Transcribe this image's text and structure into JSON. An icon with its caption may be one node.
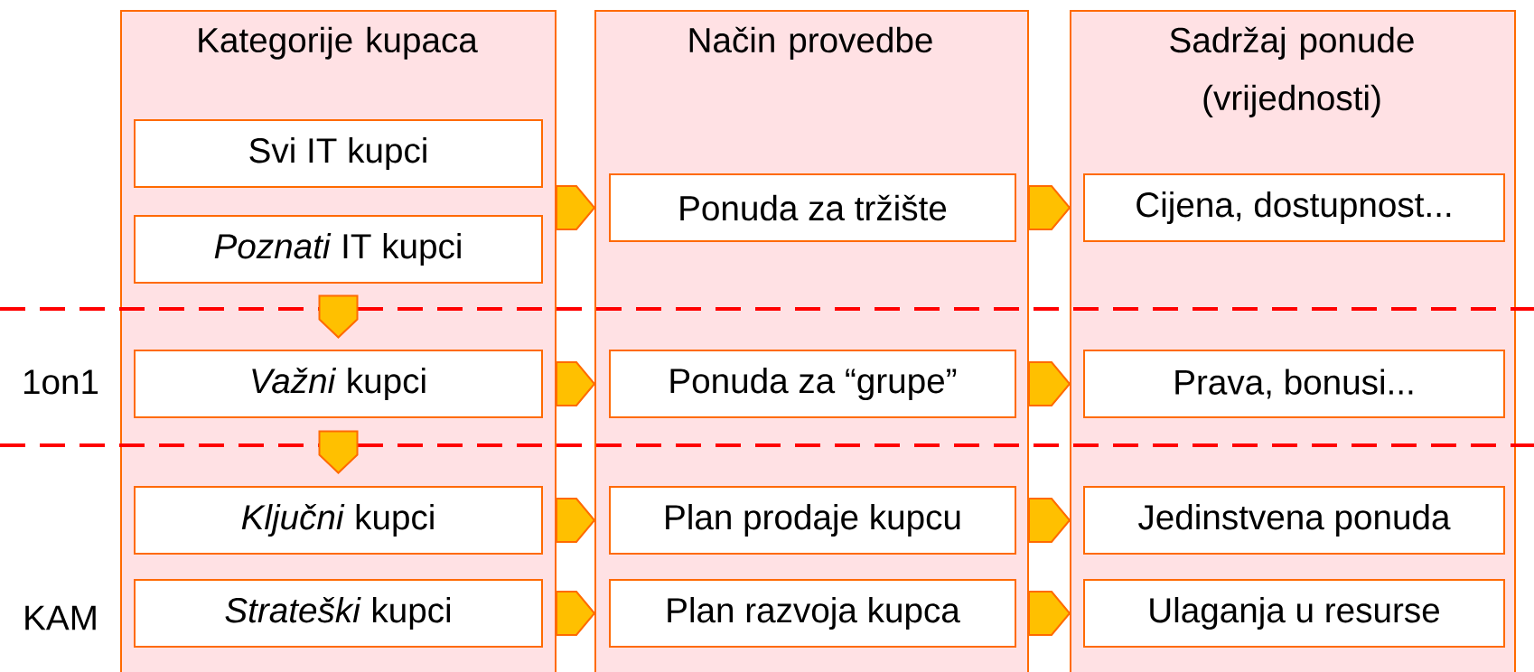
{
  "diagram": {
    "nodes": [
      {
        "text": [
          "Kategorije kupaca"
        ]
      },
      {
        "text": [
          "Svi IT kupci"
        ],
        "in": 0
      },
      {
        "text": [
          "*Poznati* IT kupci"
        ],
        "in": 0
      },
      {
        "text": [
          "*Važni* kupci"
        ],
        "in": 0
      },
      {
        "text": [
          "*Ključni* kupci"
        ],
        "in": 0
      },
      {
        "text": [
          "*Strateški* kupci"
        ],
        "in": 0
      },
      {
        "text": [
          "Način provedbe"
        ]
      },
      {
        "text": [
          "Ponuda za tržište"
        ],
        "in": 6
      },
      {
        "text": [
          "Ponuda za “grupe”"
        ],
        "in": 6
      },
      {
        "text": [
          "Plan prodaje kupcu"
        ],
        "in": 6
      },
      {
        "text": [
          "Plan razvoja kupca"
        ],
        "in": 6
      },
      {
        "text": [
          "Sadržaj ponude (vrijednosti)"
        ]
      },
      {
        "text": [
          "Cijena, dostupnost..."
        ],
        "in": 11
      },
      {
        "text": [
          "Prava, bonusi..."
        ],
        "in": 11
      },
      {
        "text": [
          "Jedinstvena ponuda"
        ],
        "in": 11
      },
      {
        "text": [
          "Ulaganja u resurse"
        ],
        "in": 11
      }
    ],
    "edges": [
      {
        "from": 1,
        "to": 7,
        "arrow": "to"
      },
      {
        "from": 2,
        "to": 7,
        "arrow": "to"
      },
      {
        "from": 7,
        "to": 12,
        "arrow": "to"
      },
      {
        "from": 2,
        "to": 3,
        "arrow": "to"
      },
      {
        "from": 3,
        "to": 8,
        "arrow": "to"
      },
      {
        "from": 8,
        "to": 13,
        "arrow": "to"
      },
      {
        "from": 3,
        "to": 4,
        "arrow": "to"
      },
      {
        "from": 4,
        "to": 9,
        "arrow": "to"
      },
      {
        "from": 9,
        "to": 14,
        "arrow": "to"
      },
      {
        "from": 5,
        "to": 10,
        "arrow": "to"
      },
      {
        "from": 10,
        "to": 15,
        "arrow": "to"
      }
    ],
    "labels": [
      "1on1",
      "KAM"
    ]
  }
}
